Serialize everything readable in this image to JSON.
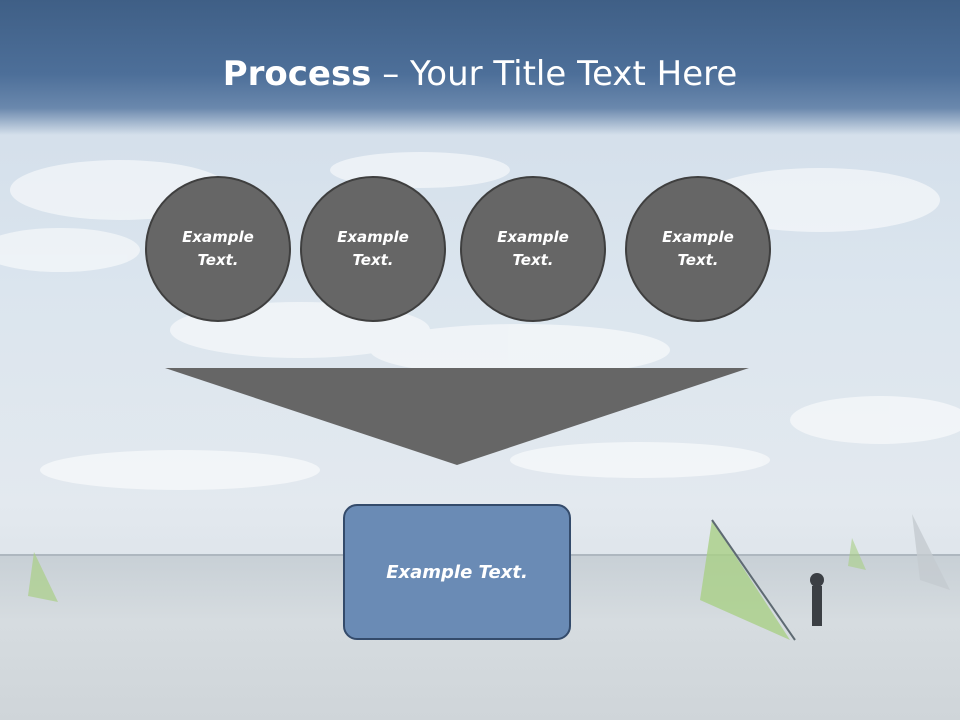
{
  "slide": {
    "title_bold": "Process",
    "title_rest": " – Your Title Text Here",
    "circles": [
      {
        "line1": "Example",
        "line2": "Text."
      },
      {
        "line1": "Example",
        "line2": "Text."
      },
      {
        "line1": "Example",
        "line2": "Text."
      },
      {
        "line1": "Example",
        "line2": "Text."
      }
    ],
    "result_box": "Example Text."
  },
  "colors": {
    "header": "#4d6f99",
    "circle_fill": "#666666",
    "funnel_fill": "#666666",
    "box_fill": "#6a8bb5",
    "box_border": "#344b6b"
  }
}
